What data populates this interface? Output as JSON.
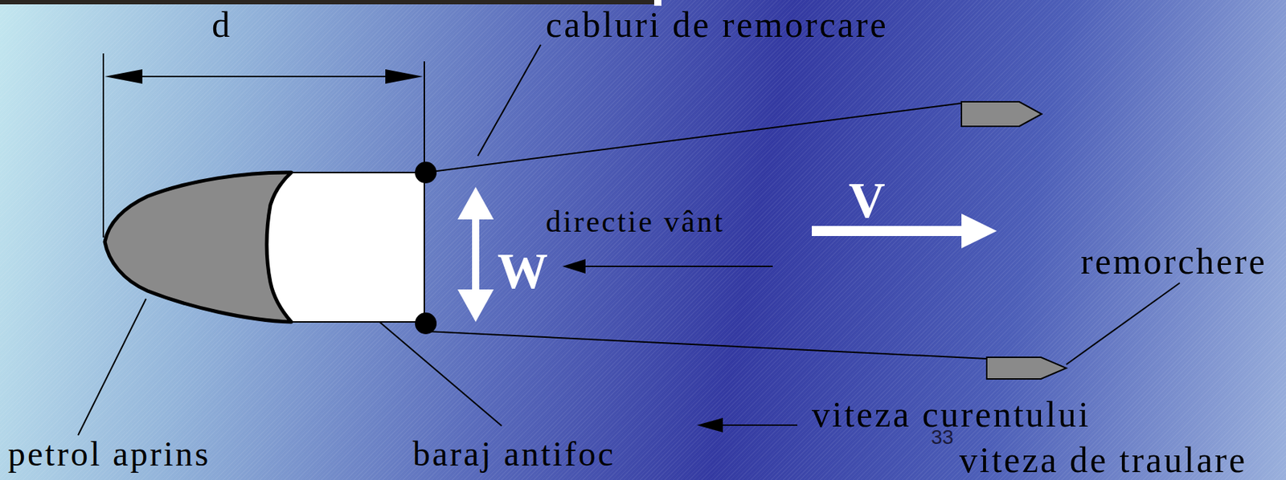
{
  "diagram": {
    "labels": [
      "cabluri de remorcare",
      "d",
      "V",
      "directie vânt",
      "W",
      "remorchere",
      "viteza curentului",
      "33",
      "petrol aprins",
      "baraj antifoc",
      "viteza de traulare"
    ]
  }
}
